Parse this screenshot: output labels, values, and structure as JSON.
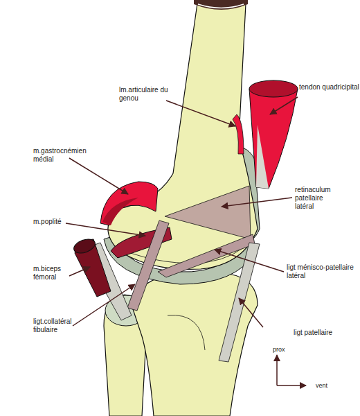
{
  "diagram": {
    "labels": [
      "lm.articulaire du genou",
      "tendon quadricipital",
      "m.gastrocnémien médial",
      "retinaculum patellaire latéral",
      "m.poplité",
      "ligt ménisco-patellaire latéral",
      "m.biceps fémoral",
      "ligt.collatéral fibulaire",
      "ligt patellaire",
      "prox",
      "vent"
    ]
  }
}
